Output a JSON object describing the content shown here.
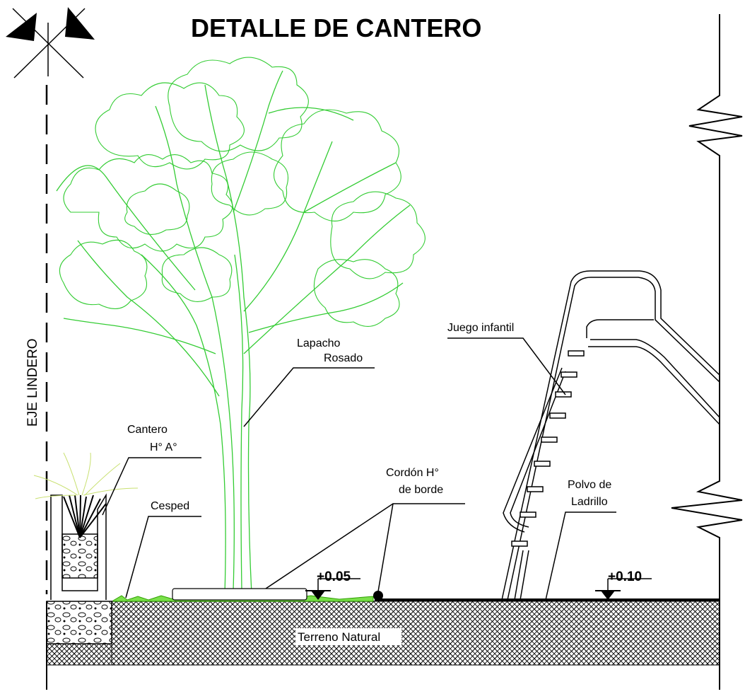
{
  "title": "DETALLE DE CANTERO",
  "axis_label": "EJE  LINDERO",
  "labels": {
    "tree_line1": "Lapacho",
    "tree_line2": "Rosado",
    "planter_line1": "Cantero",
    "planter_line2": "H° A°",
    "grass": "Cesped",
    "curb_line1": "Cordón H°",
    "curb_line2": "de borde",
    "play_equipment": "Juego infantil",
    "brick_line1": "Polvo de",
    "brick_line2": "Ladrillo",
    "ground": "Terreno Natural"
  },
  "levels": {
    "left": "+0.05",
    "right": "+0.10"
  },
  "colors": {
    "line": "#000000",
    "vegetation": "#00c800",
    "grass": "#7ae04a",
    "background": "#ffffff"
  }
}
